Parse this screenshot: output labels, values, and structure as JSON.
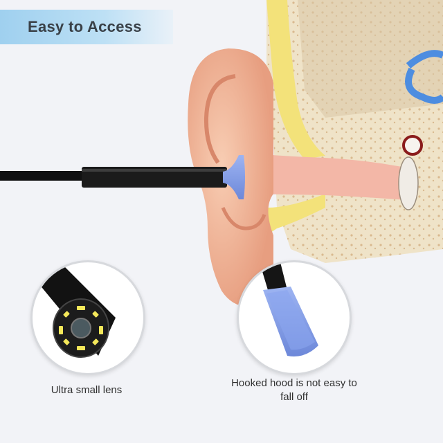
{
  "header": {
    "title": "Easy to Access"
  },
  "features": [
    {
      "caption": "Ultra small lens"
    },
    {
      "caption": "Hooked hood is not easy to fall off"
    }
  ],
  "colors": {
    "banner": "#a9d6f2",
    "hood": "#7f9be6",
    "cable": "#111111",
    "lens_led": "#f4e85a",
    "skin": "#f1b79a",
    "bone": "#efe3c8"
  }
}
